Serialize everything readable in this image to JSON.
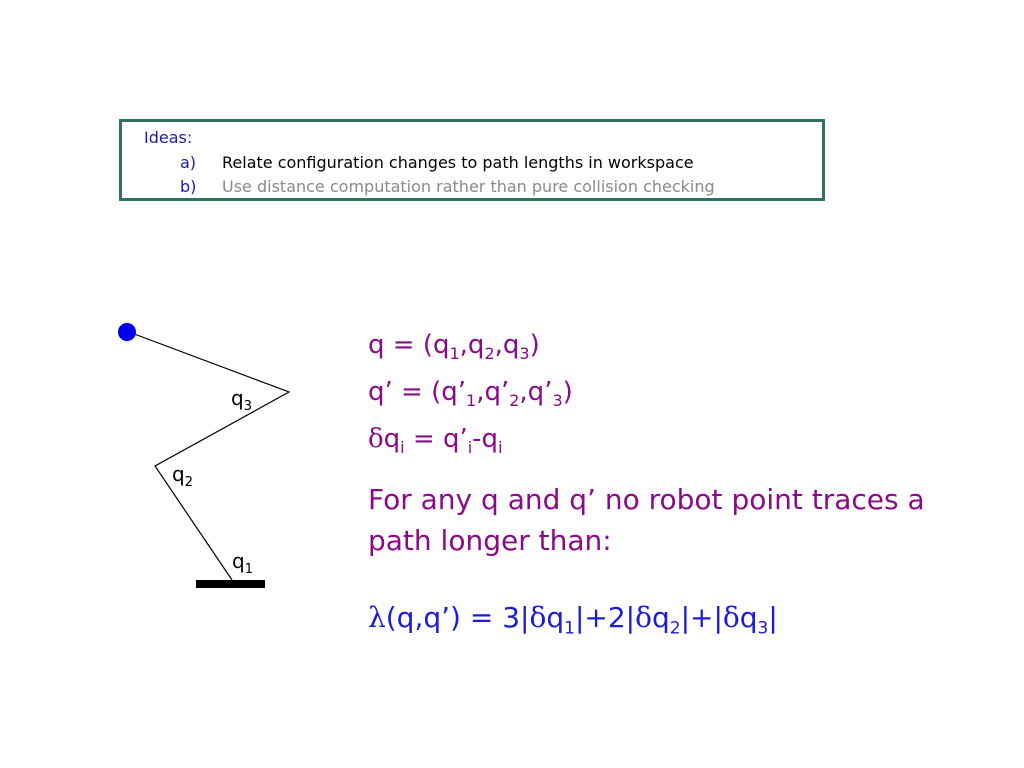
{
  "ideas": {
    "title": "Ideas:",
    "items": [
      {
        "marker": "a)",
        "text": "Relate configuration changes to path lengths  in workspace"
      },
      {
        "marker": "b)",
        "text": "Use distance computation rather than pure collision checking"
      }
    ]
  },
  "arm": {
    "labels": {
      "q3": {
        "base": "q",
        "sub": "3"
      },
      "q2": {
        "base": "q",
        "sub": "2"
      },
      "q1": {
        "base": "q",
        "sub": "1"
      }
    }
  },
  "equations": {
    "line1": {
      "p1": "q = (q",
      "s1": "1",
      "p2": ",q",
      "s2": "2",
      "p3": ",q",
      "s3": "3",
      "p4": ")"
    },
    "line2": {
      "p1": "q’ = (q’",
      "s1": "1",
      "p2": ",q’",
      "s2": "2",
      "p3": ",q’",
      "s3": "3",
      "p4": ")"
    },
    "line3": {
      "delta": "δ",
      "p1": "q",
      "s1": "i",
      "p2": " = q’",
      "s2": "i",
      "p3": "-q",
      "s3": "i"
    }
  },
  "statement": "For any q and q’ no robot point traces a path longer than:",
  "formula": {
    "lambda": "λ",
    "p1": "(q,q’) = 3|",
    "d1": "δ",
    "q1": "q",
    "s1": "1",
    "p2": "|+2|",
    "d2": "δ",
    "q2": "q",
    "s2": "2",
    "p3": "|+|",
    "d3": "δ",
    "q3": "q",
    "s3": "3",
    "p4": "|"
  },
  "colors": {
    "box_border": "#2f6f64",
    "ideas_blue": "#1b1bb0",
    "idea_b_gray": "#8a8a8a",
    "equation_purple": "#8b0a8a",
    "formula_blue": "#1b1bd8",
    "end_effector": "#0000ee"
  }
}
